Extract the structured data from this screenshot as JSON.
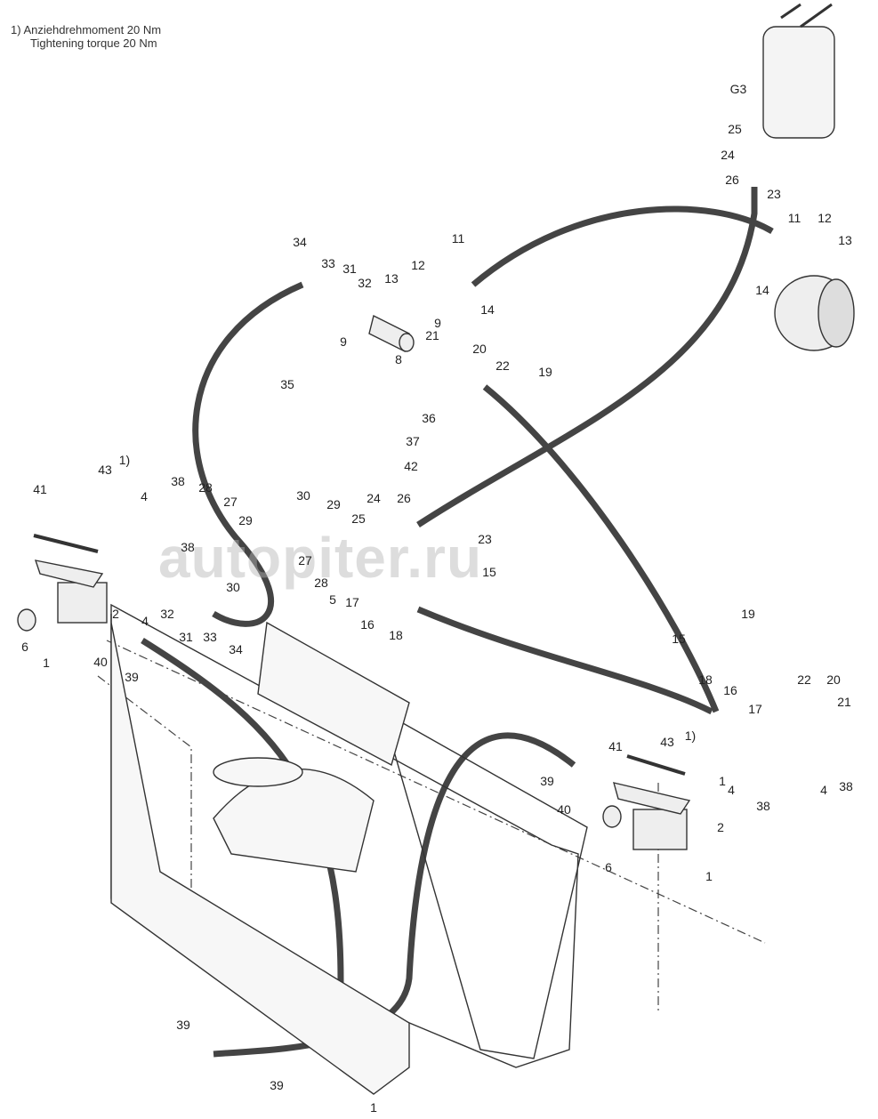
{
  "note": {
    "line1": "1)  Anziehdrehmoment 20 Nm",
    "line2": "Tightening torque 20 Nm"
  },
  "watermark": "autopiter.ru",
  "callouts": [
    "G3",
    "25",
    "24",
    "26",
    "23",
    "11",
    "12",
    "13",
    "14",
    "11",
    "12",
    "13",
    "14",
    "34",
    "33",
    "31",
    "32",
    "9",
    "9",
    "8",
    "21",
    "20",
    "22",
    "19",
    "35",
    "36",
    "37",
    "42",
    "43",
    "1)",
    "41",
    "4",
    "38",
    "28",
    "27",
    "29",
    "30",
    "29",
    "24",
    "26",
    "25",
    "23",
    "38",
    "30",
    "27",
    "28",
    "5",
    "17",
    "16",
    "18",
    "15",
    "2",
    "4",
    "32",
    "31",
    "33",
    "34",
    "6",
    "1",
    "40",
    "39",
    "19",
    "15",
    "18",
    "16",
    "17",
    "22",
    "20",
    "21",
    "43",
    "1)",
    "41",
    "39",
    "40",
    "1",
    "4",
    "38",
    "4",
    "38",
    "2",
    "6",
    "1",
    "39",
    "39",
    "1"
  ]
}
